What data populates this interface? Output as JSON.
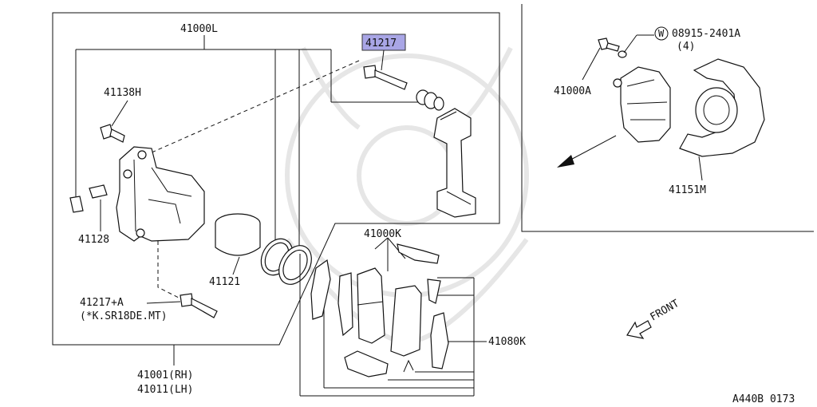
{
  "labels": {
    "caliper_assembly": "41000L",
    "highlighted_pin": "41217",
    "bolt_h": "41138H",
    "bleeder": "41128",
    "piston": "41121",
    "pin_variant": "41217+A",
    "pin_variant_note": "(*K.SR18DE.MT)",
    "pad_kit": "41000K",
    "pad_hardware": "41080K",
    "assembly_rh": "41001(RH)",
    "assembly_lh": "41011(LH)",
    "caliper_a": "41000A",
    "washer_symbol": "W",
    "washer_part": "08915-2401A",
    "washer_qty": "(4)",
    "dust_shield": "41151M",
    "front_marker": "FRONT",
    "diagram_code": "A440B 0173"
  },
  "colors": {
    "highlight_fill": "#a9a6e6",
    "line": "#111111",
    "watermark": "#e6e6e6"
  }
}
